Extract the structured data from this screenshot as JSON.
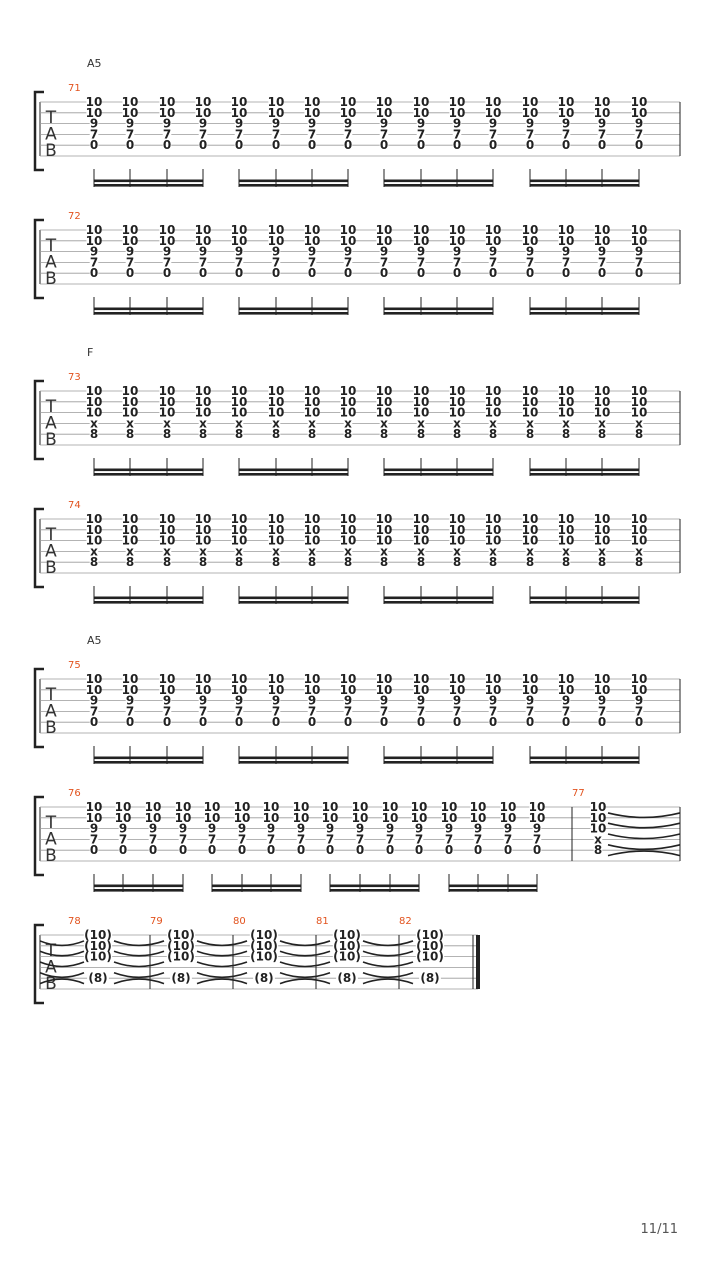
{
  "page": {
    "number": "11/11"
  },
  "colors": {
    "measure_number": "#e2531e",
    "ink": "#222222",
    "staff_line": "#9a9a9a"
  },
  "tab_clef": [
    "T",
    "A",
    "B"
  ],
  "chords": {
    "A5": {
      "label": "A5",
      "frets": [
        "10",
        "10",
        "9",
        "7",
        "0",
        ""
      ]
    },
    "F": {
      "label": "F",
      "frets": [
        "10",
        "10",
        "10",
        "x",
        "8",
        ""
      ]
    },
    "F_tied": {
      "label": "",
      "frets": [
        "(10)",
        "(10)",
        "(10)",
        "",
        "(8)",
        ""
      ]
    }
  },
  "systems": [
    {
      "chord_label": "A5",
      "measures": [
        {
          "number": "71",
          "chord": "A5",
          "beats": 16,
          "beam_groups": 4
        }
      ]
    },
    {
      "chord_label": "",
      "measures": [
        {
          "number": "72",
          "chord": "A5",
          "beats": 16,
          "beam_groups": 4
        }
      ]
    },
    {
      "chord_label": "F",
      "measures": [
        {
          "number": "73",
          "chord": "F",
          "beats": 16,
          "beam_groups": 4
        }
      ]
    },
    {
      "chord_label": "",
      "measures": [
        {
          "number": "74",
          "chord": "F",
          "beats": 16,
          "beam_groups": 4
        }
      ]
    },
    {
      "chord_label": "A5",
      "measures": [
        {
          "number": "75",
          "chord": "A5",
          "beats": 16,
          "beam_groups": 4
        }
      ]
    },
    {
      "chord_label": "",
      "measures": [
        {
          "number": "76",
          "chord": "A5",
          "beats": 16,
          "beam_groups": 4
        },
        {
          "number": "77",
          "chord": "F",
          "beats": 1,
          "beam_groups": 0,
          "tie_out": true
        }
      ]
    },
    {
      "chord_label": "",
      "final_barline": true,
      "measures": [
        {
          "number": "78",
          "chord": "F_tied",
          "beats": 1,
          "beam_groups": 0,
          "tie_in": true,
          "tie_out": true
        },
        {
          "number": "79",
          "chord": "F_tied",
          "beats": 1,
          "beam_groups": 0,
          "tie_in": true,
          "tie_out": true
        },
        {
          "number": "80",
          "chord": "F_tied",
          "beats": 1,
          "beam_groups": 0,
          "tie_in": true,
          "tie_out": true
        },
        {
          "number": "81",
          "chord": "F_tied",
          "beats": 1,
          "beam_groups": 0,
          "tie_in": true,
          "tie_out": true
        },
        {
          "number": "82",
          "chord": "F_tied",
          "beats": 1,
          "beam_groups": 0,
          "tie_in": true
        }
      ]
    }
  ]
}
